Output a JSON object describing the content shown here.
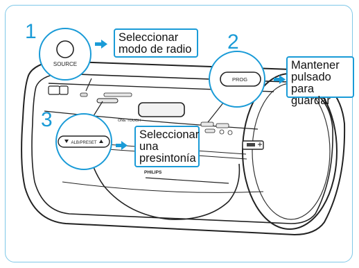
{
  "steps": {
    "one": "1",
    "two": "2",
    "three": "3"
  },
  "callouts": {
    "select_radio_mode": "Seleccionar\nmodo de radio",
    "hold_to_save": "Mantener\npulsado para\nguardar",
    "select_preset": "Seleccionar\nuna\npresintonía"
  },
  "buttons": {
    "source": "SOURCE",
    "prog": "PROG",
    "alb_preset": "ALB/PRESET"
  },
  "device": {
    "brand": "PHILIPS",
    "one_touch": "ONE TOUCH"
  },
  "colors": {
    "accent": "#1a9bd7",
    "line_art": "#222222",
    "frame": "#7fc8e8"
  }
}
